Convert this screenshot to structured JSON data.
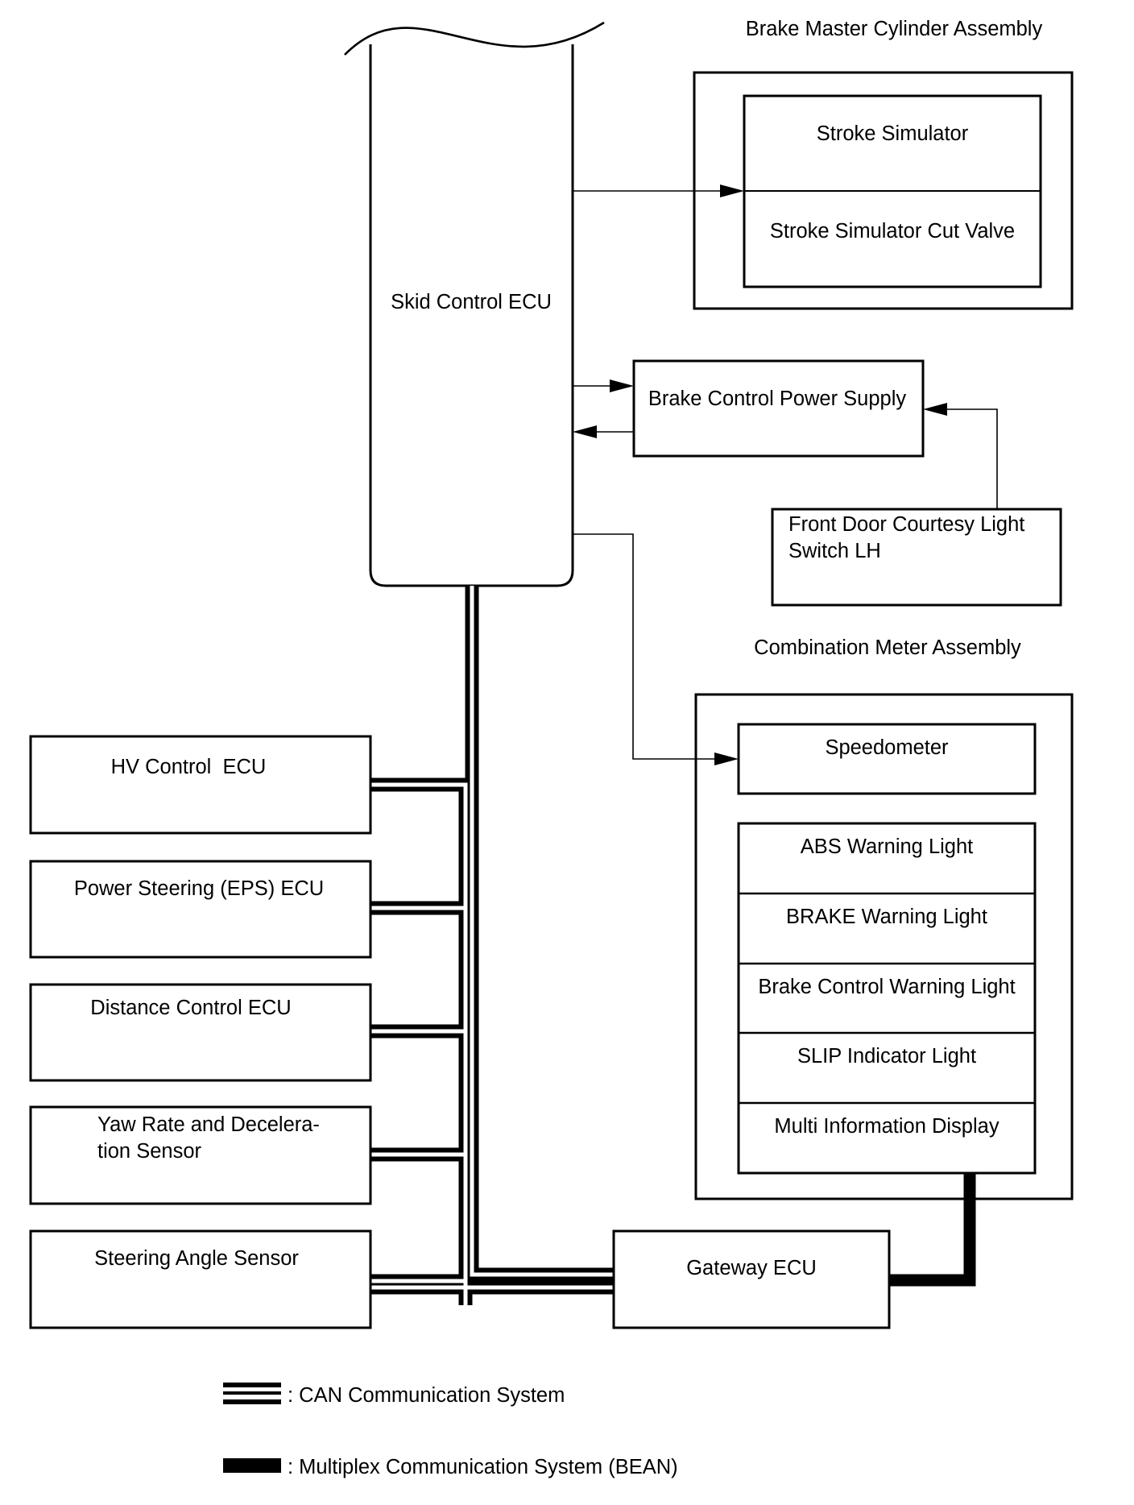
{
  "skid_ecu": {
    "label": "Skid Control ECU"
  },
  "brake_master": {
    "group_label": "Brake Master Cylinder Assembly",
    "stroke_simulator": "Stroke Simulator",
    "cut_valve": "Stroke Simulator Cut Valve"
  },
  "power_supply": {
    "label": "Brake Control Power Supply"
  },
  "door_switch": {
    "line1": "Front Door Courtesy Light",
    "line2": "Switch LH"
  },
  "combination_meter": {
    "group_label": "Combination Meter Assembly",
    "speedometer": "Speedometer",
    "lights": [
      "ABS Warning Light",
      "BRAKE Warning Light",
      "Brake Control Warning Light",
      "SLIP Indicator Light",
      "Multi Information Display"
    ]
  },
  "can_nodes": {
    "hv_ecu": "HV Control  ECU",
    "eps_ecu": "Power Steering (EPS) ECU",
    "distance_ecu": "Distance Control ECU",
    "yaw_line1": "Yaw Rate and Decelera-",
    "yaw_line2": "tion Sensor",
    "steering_sensor": "Steering Angle Sensor"
  },
  "gateway": {
    "label": "Gateway ECU"
  },
  "legend": {
    "can_label": ": CAN Communication System",
    "bean_label": ": Multiplex Communication System (BEAN)"
  }
}
